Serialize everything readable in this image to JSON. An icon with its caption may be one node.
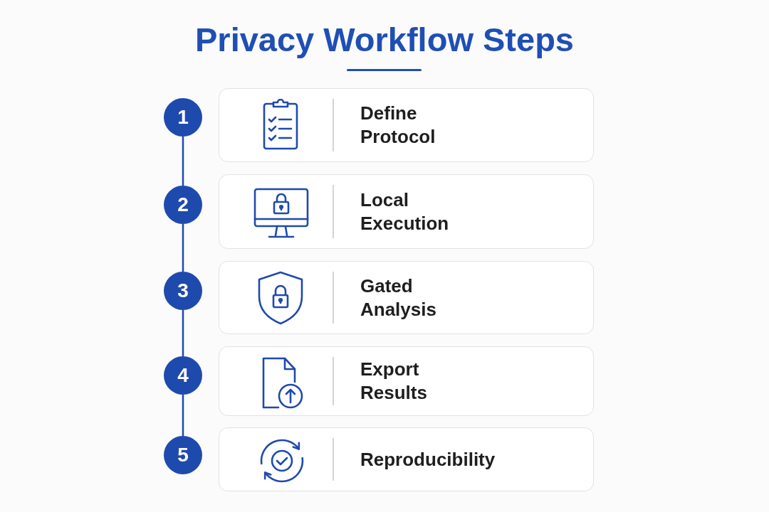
{
  "diagram": {
    "title": "Privacy Workflow Steps",
    "nodes": [
      {
        "text": [
          "1"
        ]
      },
      {
        "text": [
          "Define Protocol"
        ]
      },
      {
        "text": [
          "2"
        ]
      },
      {
        "text": [
          "Local Execution"
        ]
      },
      {
        "text": [
          "3"
        ]
      },
      {
        "text": [
          "Gated Analysis"
        ]
      },
      {
        "text": [
          "4"
        ]
      },
      {
        "text": [
          "Export Results"
        ]
      },
      {
        "text": [
          "5"
        ]
      },
      {
        "text": [
          "Reproducibility"
        ]
      }
    ],
    "edges": [
      {
        "from": 0,
        "to": 2,
        "arrow": "none"
      },
      {
        "from": 2,
        "to": 4,
        "arrow": "none"
      },
      {
        "from": 4,
        "to": 6,
        "arrow": "none"
      },
      {
        "from": 6,
        "to": 8,
        "arrow": "none"
      }
    ]
  }
}
